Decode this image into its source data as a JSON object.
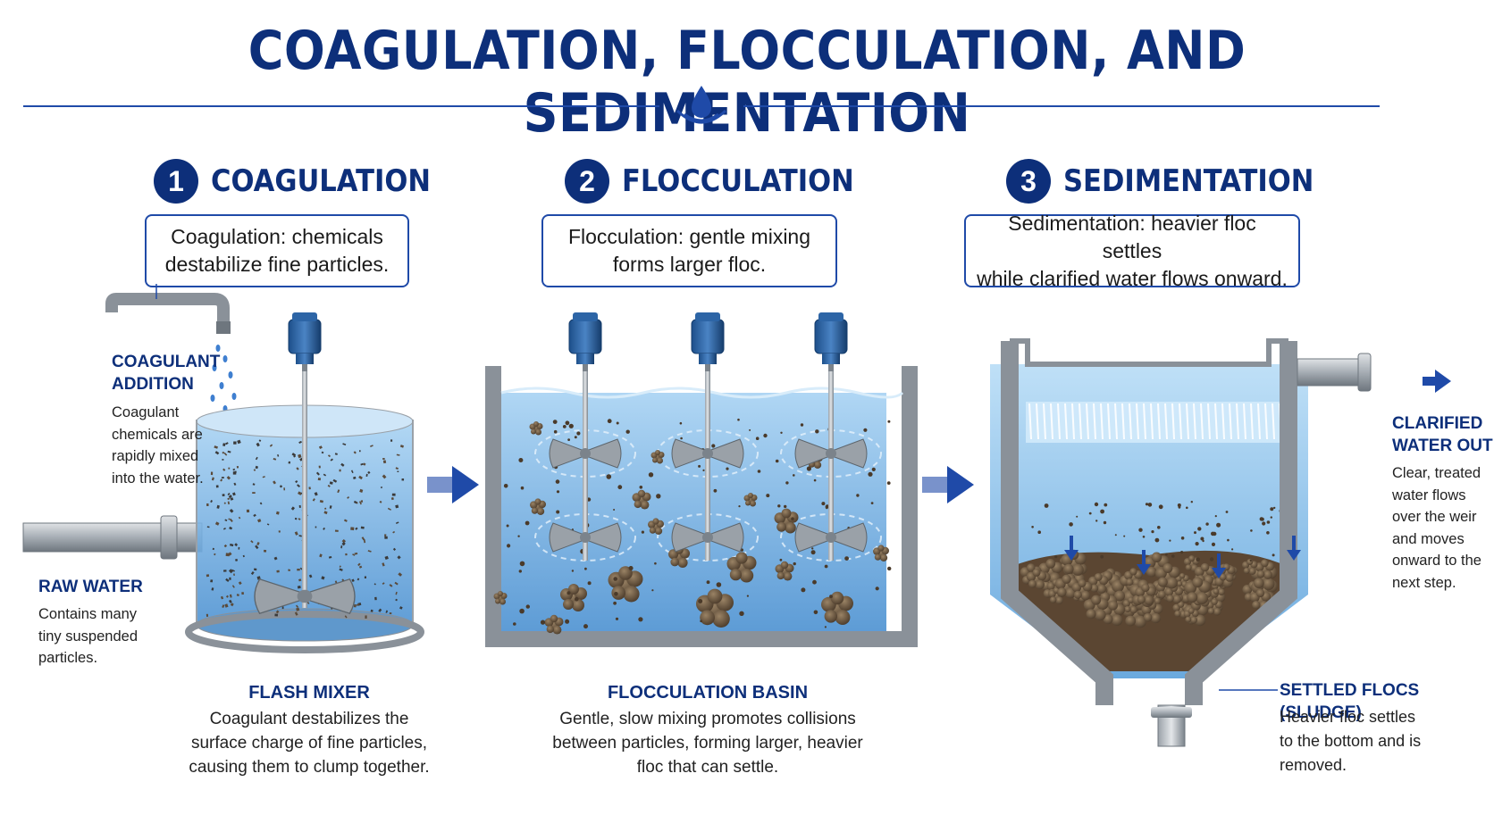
{
  "title": "COAGULATION, FLOCCULATION, AND SEDIMENTATION",
  "colors": {
    "navy": "#0d2f7a",
    "accent": "#1f4aa8",
    "water": "#7fb6e6",
    "floc": "#6b5540",
    "steel": "#8a9199"
  },
  "steps": [
    {
      "num": "1",
      "label": "COAGULATION",
      "box_line1": "Coagulation: chemicals",
      "box_line2": "destabilize fine particles."
    },
    {
      "num": "2",
      "label": "FLOCCULATION",
      "box_line1": "Flocculation: gentle mixing",
      "box_line2": "forms larger floc."
    },
    {
      "num": "3",
      "label": "SEDIMENTATION",
      "box_line1": "Sedimentation: heavier floc settles",
      "box_line2": "while clarified water flows onward."
    }
  ],
  "labels": {
    "coagulant_addition": {
      "title1": "COAGULANT",
      "title2": "ADDITION",
      "text": [
        "Coagulant",
        "chemicals are",
        "rapidly mixed",
        "into the water."
      ]
    },
    "raw_water": {
      "title": "RAW WATER",
      "text": [
        "Contains many",
        "tiny suspended",
        "particles."
      ]
    },
    "flash_mixer": {
      "title": "FLASH MIXER",
      "text": [
        "Coagulant destabilizes the",
        "surface charge of fine particles,",
        "causing them to clump together."
      ]
    },
    "flocculation_basin": {
      "title": "FLOCCULATION BASIN",
      "text": [
        "Gentle, slow mixing promotes collisions",
        "between particles, forming larger, heavier",
        "floc that can settle."
      ]
    },
    "clarified_water": {
      "title1": "CLARIFIED",
      "title2": "WATER OUT",
      "text": [
        "Clear, treated",
        "water flows",
        "over the weir",
        "and moves",
        "onward to the",
        "next step."
      ]
    },
    "settled_flocs": {
      "title": "SETTLED FLOCS (SLUDGE)",
      "text": [
        "Heavier floc settles",
        "to the bottom and is",
        "removed."
      ]
    }
  }
}
